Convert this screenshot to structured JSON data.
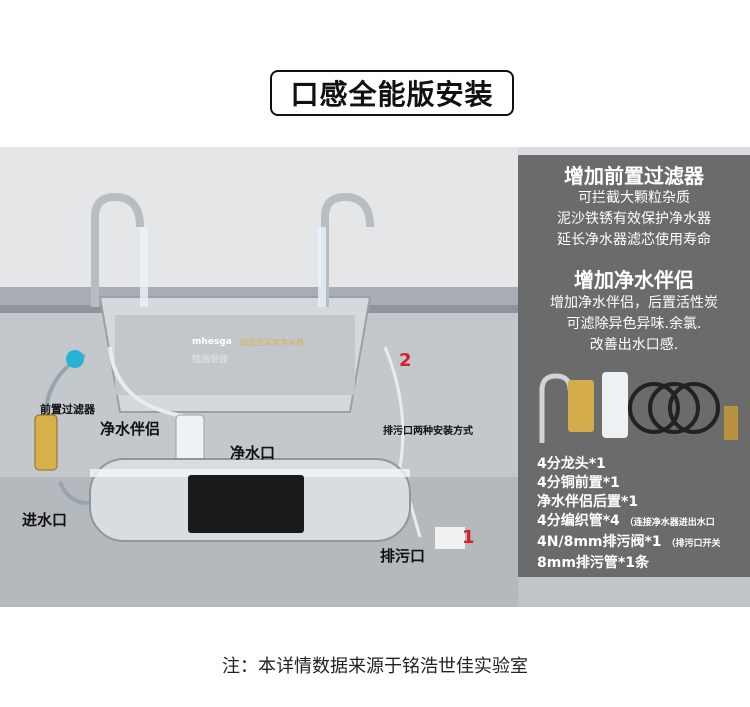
{
  "title": "口感全能版安装",
  "panel": {
    "heading1": "增加前置过滤器",
    "desc1": [
      "可拦截大颗粒杂质",
      "泥沙铁锈有效保护净水器",
      "延长净水器滤芯使用寿命"
    ],
    "heading2": "增加净水伴侣",
    "desc2": [
      "增加净水伴侣，后置活性炭",
      "可滤除异色异味.余氯.",
      "改善出水口感."
    ],
    "items": [
      {
        "text": "4分龙头*1",
        "note": ""
      },
      {
        "text": "4分铜前置*1",
        "note": ""
      },
      {
        "text": "净水伴侣后置*1",
        "note": ""
      },
      {
        "text": "4分编织管*4",
        "note": "（连接净水器进出水口"
      },
      {
        "text": "4N/8mm排污阀*1",
        "note": "（排污口开关"
      },
      {
        "text": "8mm排污管*1条",
        "note": ""
      }
    ]
  },
  "labels": {
    "pre_filter": "前置过滤器",
    "companion": "净水伴侣",
    "outlet": "净水口",
    "inlet": "进水口",
    "drain": "排污口",
    "drain_methods": "排污口两种安装方式",
    "num1": "1",
    "num2": "2"
  },
  "device": {
    "brand": "mhesga",
    "brand_cn": "铭浩世佳",
    "panel_title": "超滤型深度净水器"
  },
  "footer": "注：本详情数据来源于铭浩世佳实验室"
}
